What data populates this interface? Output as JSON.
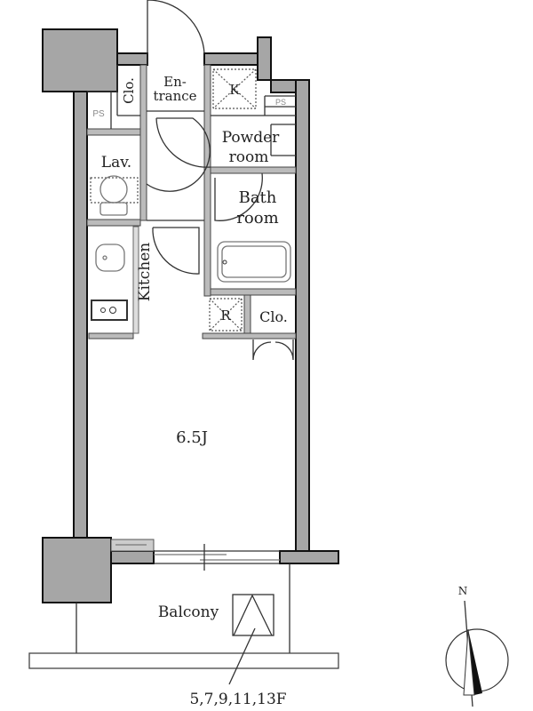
{
  "rooms": {
    "entrance_line1": "En-",
    "entrance_line2": "trance",
    "closet_top": "Clo.",
    "ps_left": "PS",
    "ps_right": "PS",
    "fridge_k": "K",
    "powder_line1": "Powder",
    "powder_line2": "room",
    "lavatory": "Lav.",
    "bath_line1": "Bath",
    "bath_line2": "room",
    "kitchen": "Kitchen",
    "fridge_r": "R",
    "closet_main": "Clo.",
    "main_room": "6.5J",
    "balcony": "Balcony"
  },
  "floors_note": "5,7,9,11,13F",
  "compass": {
    "north_label": "N"
  },
  "colors": {
    "wall": "#a6a6a6",
    "line": "#111111"
  }
}
